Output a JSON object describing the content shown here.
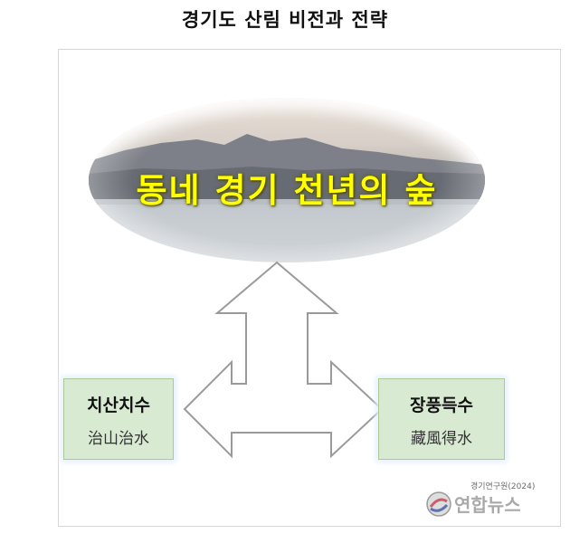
{
  "title": "경기도 산림 비전과 전략",
  "vision": {
    "text": "동네 경기 천년의 숲",
    "text_color": "#ffff00"
  },
  "strategies": [
    {
      "title": "치산치수",
      "subtitle": "治山治水",
      "fill": "#d9ead3"
    },
    {
      "title": "장풍득수",
      "subtitle": "藏風得水",
      "fill": "#d9ead3"
    }
  ],
  "credit": "경기연구원(2024)",
  "watermark": {
    "text": "연합뉴스",
    "logo": "yonhap-logo"
  }
}
